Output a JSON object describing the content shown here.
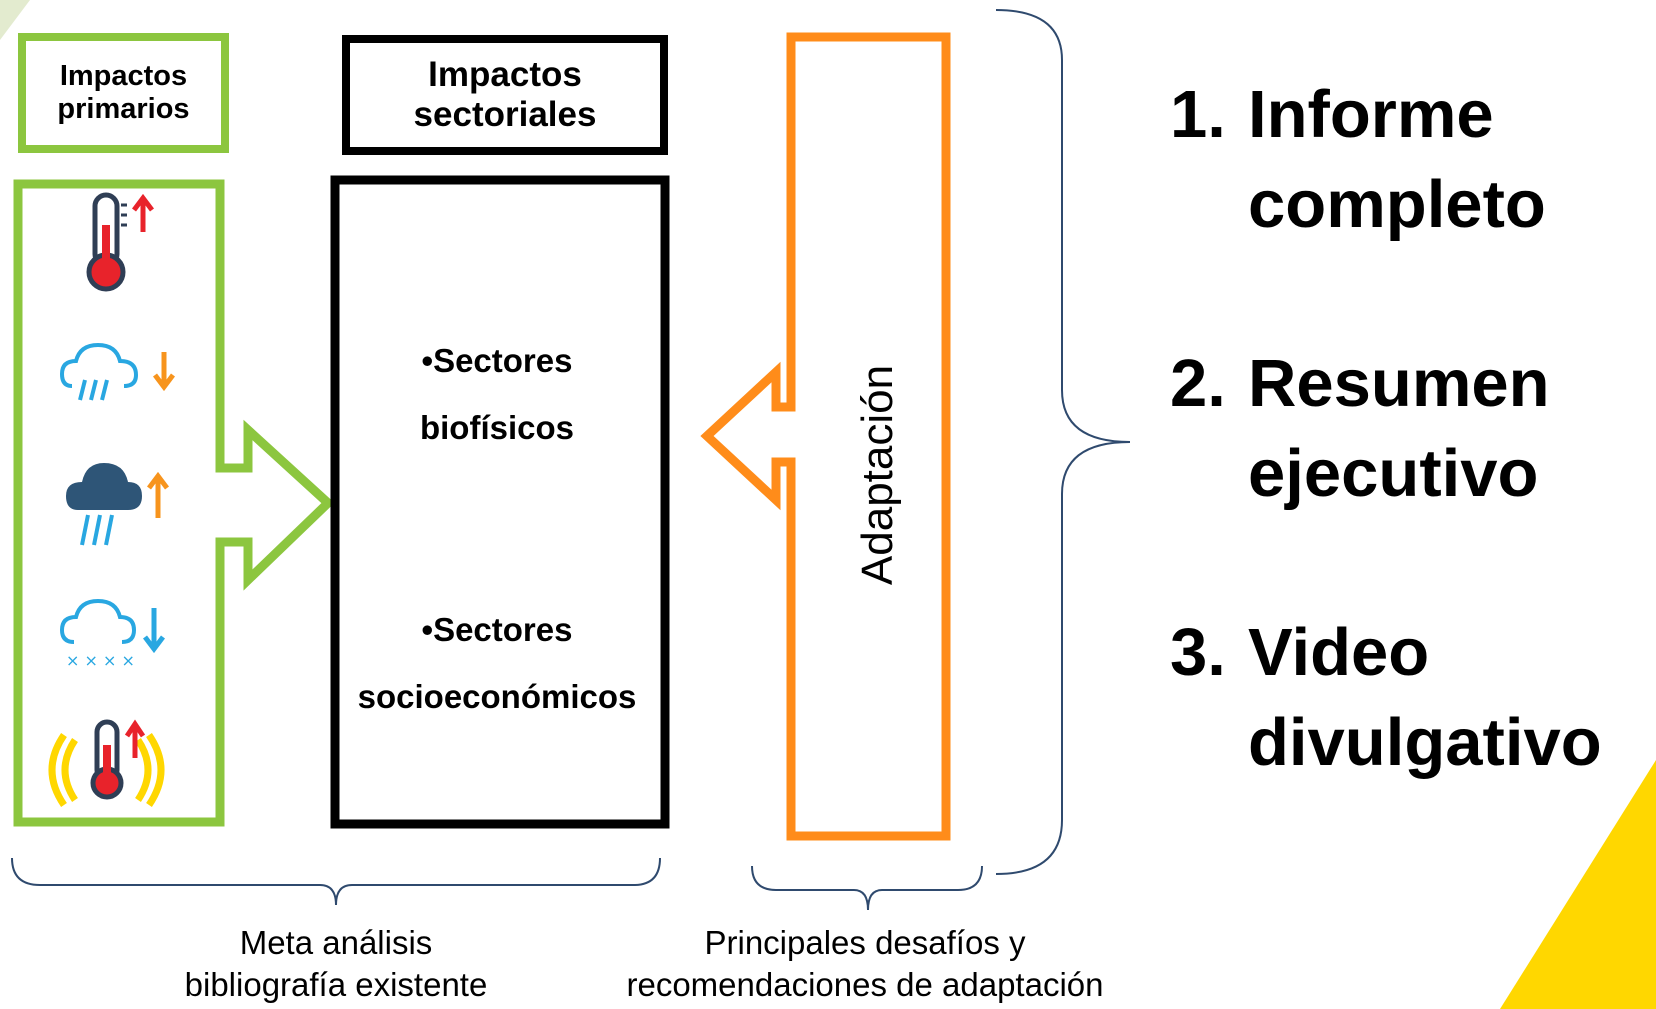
{
  "colors": {
    "green": "#8CC63F",
    "black": "#000000",
    "orange": "#FF8C1A",
    "yellow": "#FFD700",
    "bracket": "#2F4A6E",
    "red": "#E8232B",
    "blue": "#29A7E1",
    "dark_cloud": "#2E5577"
  },
  "primary_box": {
    "label": "Impactos primarios"
  },
  "primary_icons": [
    {
      "icon": "thermometer-up-icon"
    },
    {
      "icon": "rain-down-icon"
    },
    {
      "icon": "storm-up-icon"
    },
    {
      "icon": "snow-down-icon"
    },
    {
      "icon": "heatwave-up-icon"
    }
  ],
  "sector_box": {
    "label": "Impactos sectoriales",
    "items": [
      {
        "bullet": "•Sectores",
        "rest": "biofísicos"
      },
      {
        "bullet": "•Sectores",
        "rest": "socioeconómicos"
      }
    ]
  },
  "adaptation": {
    "label": "Adaptación"
  },
  "captions": {
    "left": {
      "line1": "Meta análisis",
      "line2": "bibliografía existente"
    },
    "right": {
      "line1": "Principales desafíos y",
      "line2": "recomendaciones de adaptación"
    }
  },
  "outputs": [
    {
      "number": "1.",
      "text": "Informe completo"
    },
    {
      "number": "2.",
      "text": "Resumen ejecutivo"
    },
    {
      "number": "3.",
      "text": "Video divulgativo"
    }
  ]
}
